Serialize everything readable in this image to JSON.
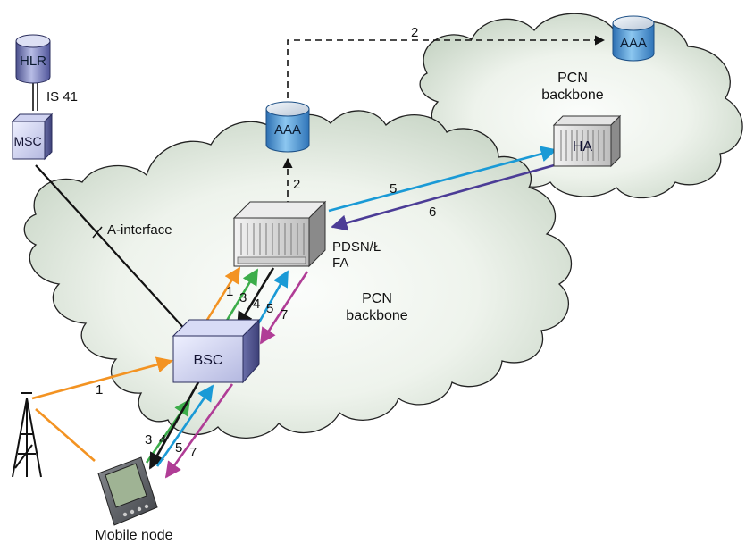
{
  "nodes": {
    "hlr": "HLR",
    "is41": "IS 41",
    "msc": "MSC",
    "aaa_top": "AAA",
    "aaa_home": "AAA",
    "ha": "HA",
    "pdsn_line1": "PDSN/Ł",
    "pdsn_line2": "FA",
    "bsc": "BSC",
    "mobile_node": "Mobile node",
    "a_interface": "A-interface"
  },
  "clouds": {
    "home_line1": "PCN",
    "home_line2": "backbone",
    "visited_line1": "PCN",
    "visited_line2": "backbone"
  },
  "step_labels": {
    "aaa_to_home": "2",
    "pdsn_to_aaa": "2",
    "pdsn_to_ha": "5",
    "ha_to_pdsn": "6",
    "bsc_pdsn_1": "1",
    "bsc_pdsn_3": "3",
    "bsc_pdsn_4": "4",
    "bsc_pdsn_5": "5",
    "bsc_pdsn_7": "7",
    "tower_bsc_1": "1",
    "mn_bsc_3": "3",
    "mn_bsc_4": "4",
    "mn_bsc_5": "5",
    "mn_bsc_7": "7"
  },
  "colors": {
    "step1": "#f39322",
    "step3": "#3cad4a",
    "step4": "#151515",
    "step5": "#1a9ad6",
    "step6": "#4b3c96",
    "step7": "#b03d96",
    "cylinder": "#3a86c9",
    "cloud_edge": "#222222"
  }
}
